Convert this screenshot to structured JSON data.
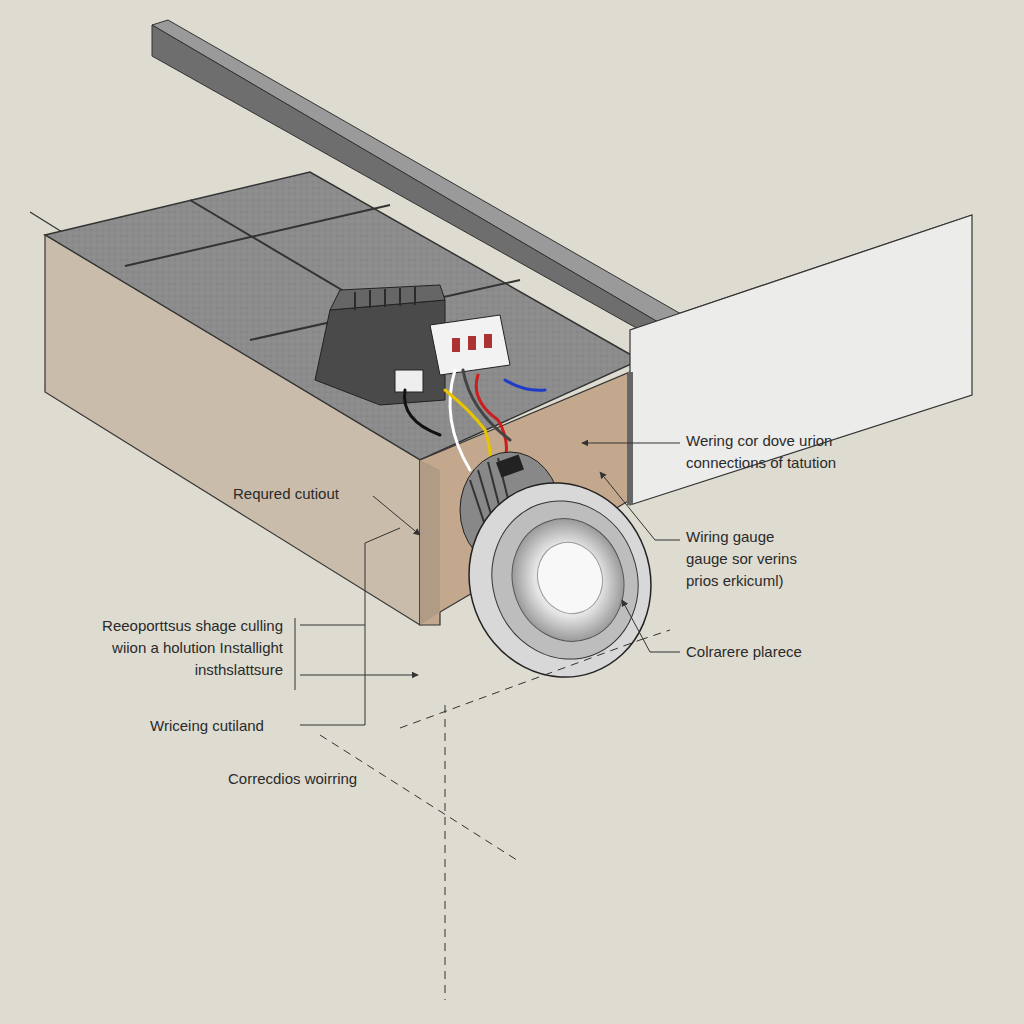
{
  "diagram": {
    "labels": [
      "Wering cor dove urion connections of tatution",
      "Requred cutiout",
      "Wiring gauge gauge sor verins prios erkicuml)",
      "Colrarere plarece",
      "Reeoporttsus shage culling wiion a holution Installight insthslattsure",
      "Wriceing cutiland",
      "Correcdios woirring"
    ]
  }
}
